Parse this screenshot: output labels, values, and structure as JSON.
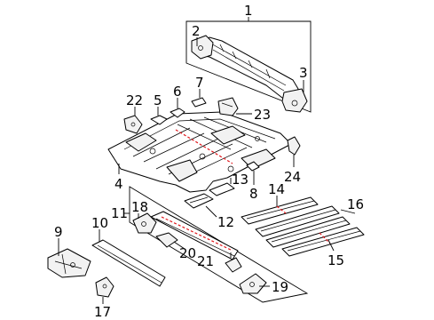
{
  "diagram": {
    "callouts": [
      {
        "id": "c1",
        "label": "1"
      },
      {
        "id": "c2",
        "label": "2"
      },
      {
        "id": "c3",
        "label": "3"
      },
      {
        "id": "c4",
        "label": "4"
      },
      {
        "id": "c5",
        "label": "5"
      },
      {
        "id": "c6",
        "label": "6"
      },
      {
        "id": "c7",
        "label": "7"
      },
      {
        "id": "c8",
        "label": "8"
      },
      {
        "id": "c9",
        "label": "9"
      },
      {
        "id": "c10",
        "label": "10"
      },
      {
        "id": "c11",
        "label": "11"
      },
      {
        "id": "c12",
        "label": "12"
      },
      {
        "id": "c13",
        "label": "13"
      },
      {
        "id": "c14",
        "label": "14"
      },
      {
        "id": "c15",
        "label": "15"
      },
      {
        "id": "c16",
        "label": "16"
      },
      {
        "id": "c17",
        "label": "17"
      },
      {
        "id": "c18",
        "label": "18"
      },
      {
        "id": "c19",
        "label": "19"
      },
      {
        "id": "c20",
        "label": "20"
      },
      {
        "id": "c21",
        "label": "21"
      },
      {
        "id": "c22",
        "label": "22"
      },
      {
        "id": "c23",
        "label": "23"
      },
      {
        "id": "c24",
        "label": "24"
      }
    ],
    "colors": {
      "lines": "#000000",
      "cut_marks": "#e0161b",
      "background": "#ffffff"
    }
  }
}
